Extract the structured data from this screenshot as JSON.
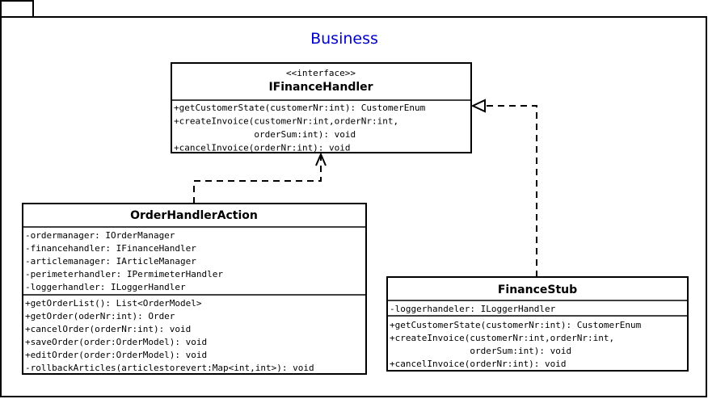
{
  "package": {
    "title": "Business",
    "title_color": "#0000cc"
  },
  "classes": {
    "ifinance": {
      "stereotype": "<<interface>>",
      "name": "IFinanceHandler",
      "attributes": [],
      "operations": [
        "+getCustomerState(customerNr:int): CustomerEnum",
        "+createInvoice(customerNr:int,orderNr:int,",
        "               orderSum:int): void",
        "+cancelInvoice(orderNr:int): void"
      ]
    },
    "orderhandler": {
      "name": "OrderHandlerAction",
      "attributes": [
        "-ordermanager: IOrderManager",
        "-financehandler: IFinanceHandler",
        "-articlemanager: IArticleManager",
        "-perimeterhandler: IPermimeterHandler",
        "-loggerhandler: ILoggerHandler"
      ],
      "operations": [
        "+getOrderList(): List<OrderModel>",
        "+getOrder(oderNr:int): Order",
        "+cancelOrder(orderNr:int): void",
        "+saveOrder(order:OrderModel): void",
        "+editOrder(order:OrderModel): void",
        "-rollbackArticles(articlestorevert:Map<int,int>): void"
      ]
    },
    "financestub": {
      "name": "FinanceStub",
      "attributes": [
        "-loggerhandeler: ILoggerHandler"
      ],
      "operations": [
        "+getCustomerState(customerNr:int): CustomerEnum",
        "+createInvoice(customerNr:int,orderNr:int,",
        "               orderSum:int): void",
        "+cancelInvoice(orderNr:int): void"
      ]
    }
  }
}
